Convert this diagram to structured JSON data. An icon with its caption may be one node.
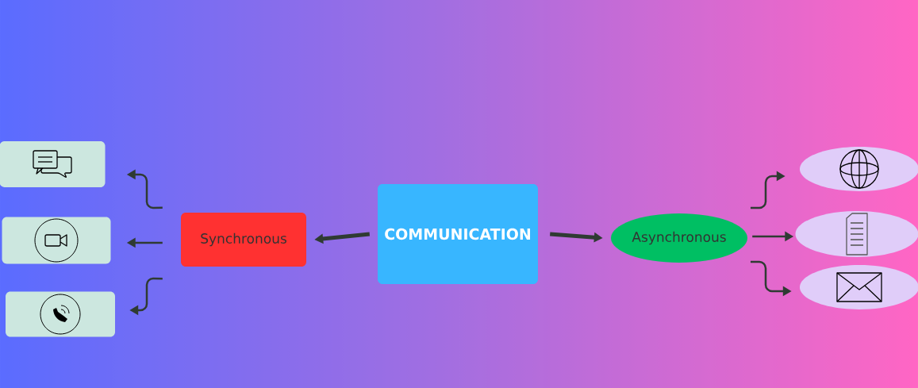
{
  "diagram": {
    "nodes": [
      {
        "text": [
          "COMMUNICATION"
        ]
      },
      {
        "text": [
          "Synchronous"
        ]
      },
      {
        "text": [
          "Asynchronous"
        ]
      },
      {
        "text": [],
        "shape": "box"
      },
      {
        "text": [],
        "shape": "box"
      },
      {
        "text": [],
        "shape": "box"
      },
      {
        "text": [],
        "shape": "ellipse"
      },
      {
        "text": [],
        "shape": "ellipse"
      },
      {
        "text": [],
        "shape": "ellipse"
      }
    ],
    "edges": [
      {
        "from": 0,
        "to": 1,
        "arrow": "to",
        "style": "thick"
      },
      {
        "from": 0,
        "to": 2,
        "arrow": "to",
        "style": "thick"
      },
      {
        "from": 1,
        "to": 3,
        "arrow": "to"
      },
      {
        "from": 1,
        "to": 4,
        "arrow": "to"
      },
      {
        "from": 1,
        "to": 5,
        "arrow": "to"
      },
      {
        "from": 2,
        "to": 6,
        "arrow": "to"
      },
      {
        "from": 2,
        "to": 7,
        "arrow": "to"
      },
      {
        "from": 2,
        "to": 8,
        "arrow": "to"
      }
    ]
  }
}
